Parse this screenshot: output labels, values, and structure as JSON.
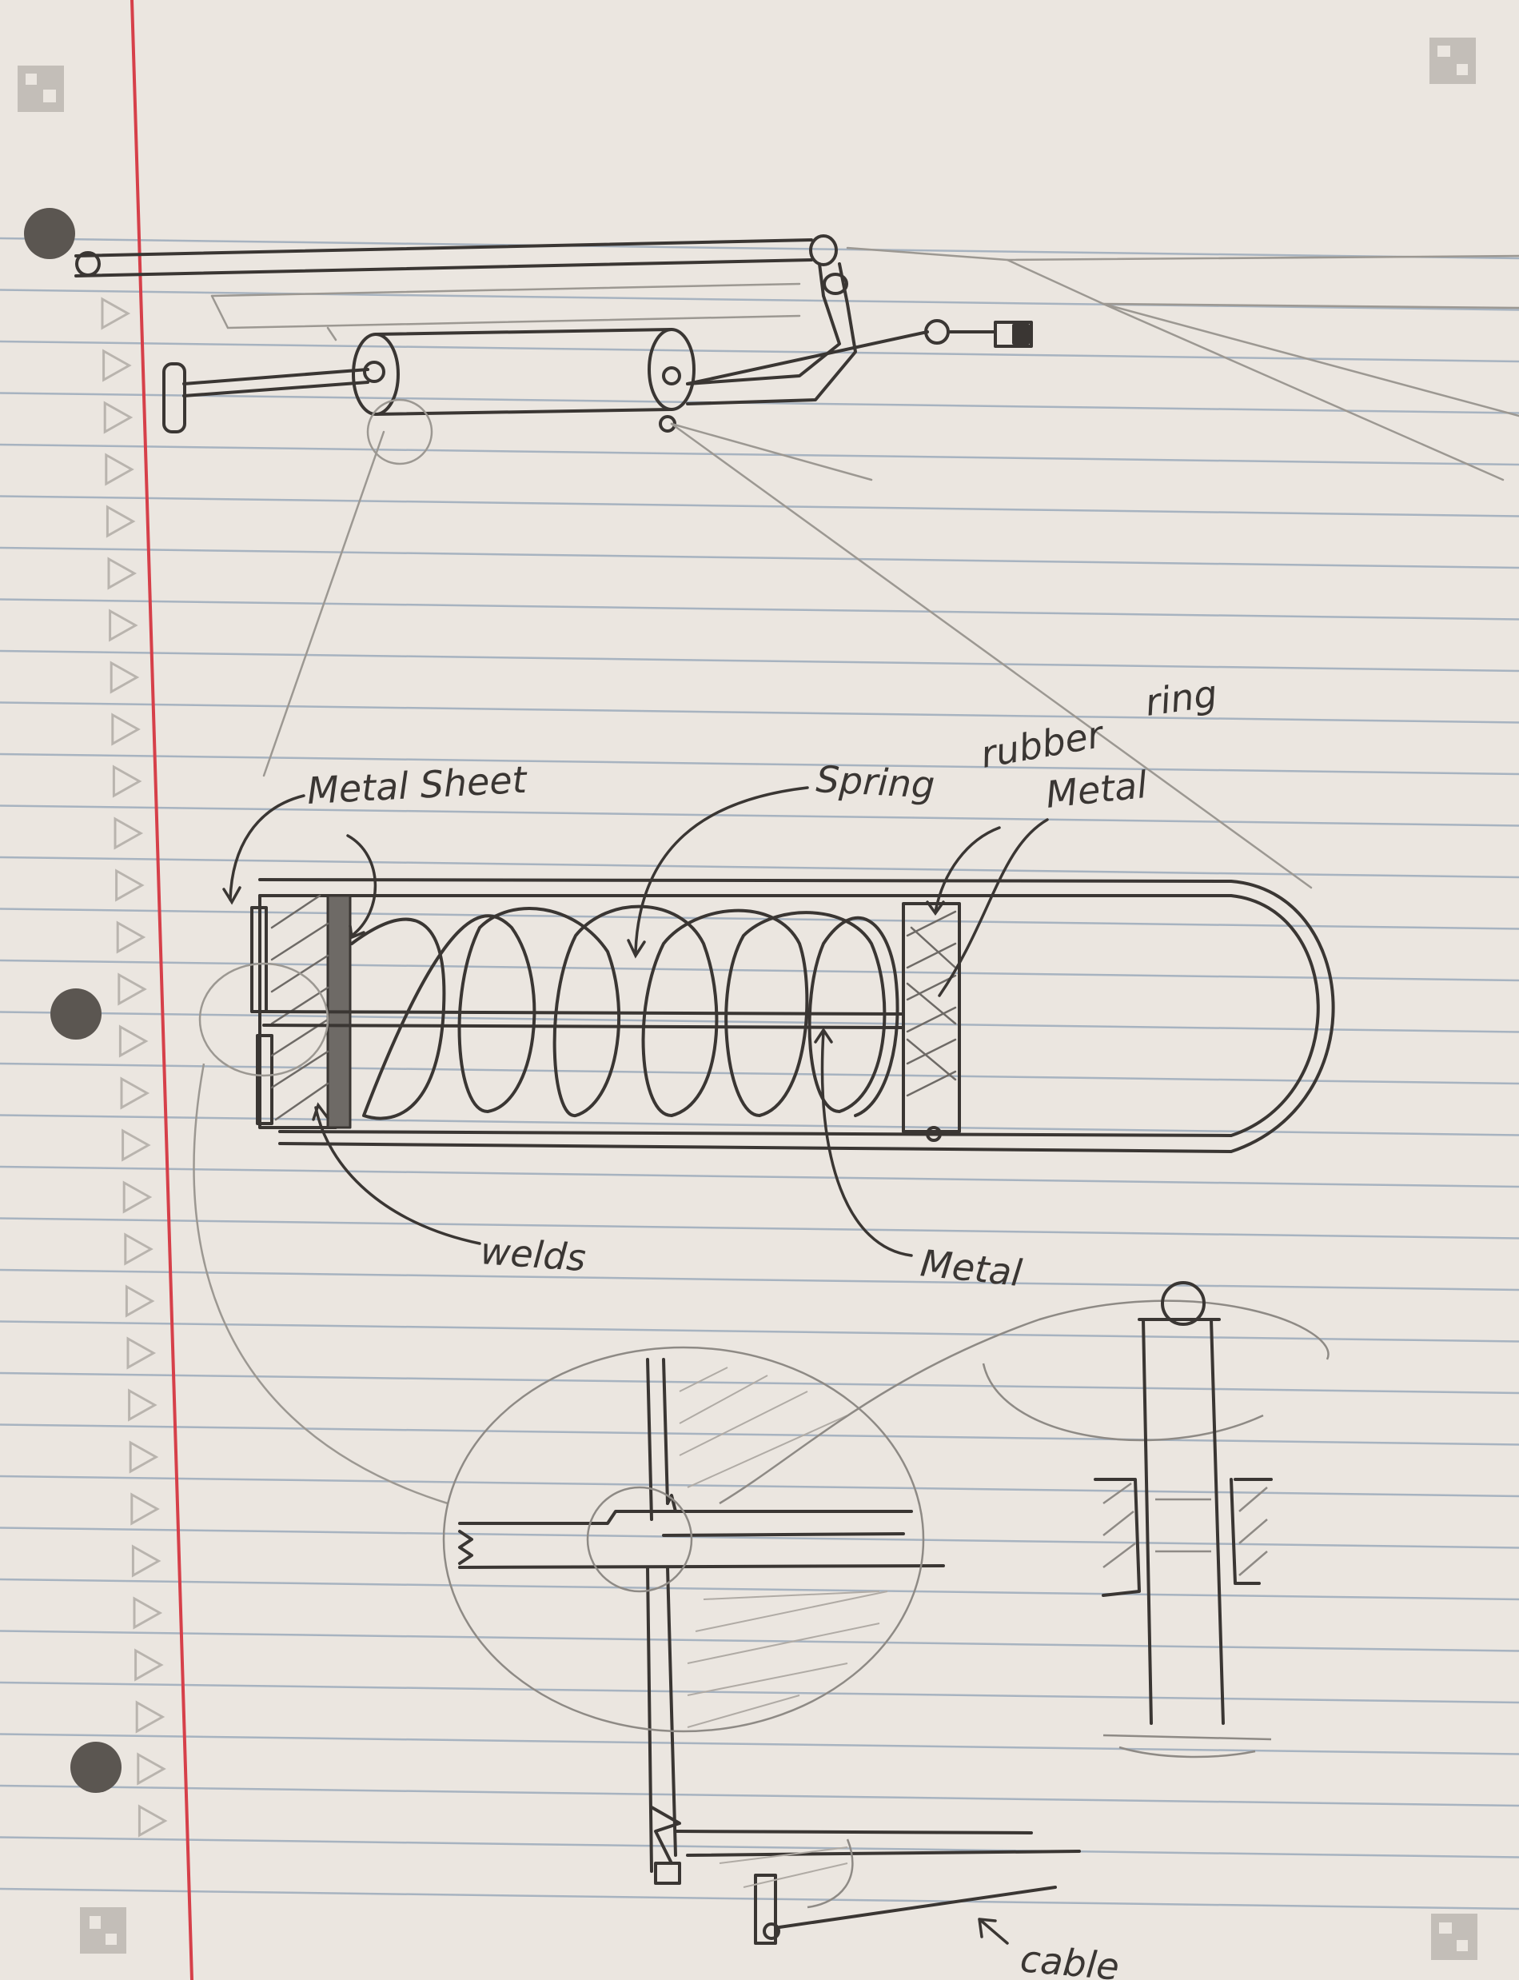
{
  "labels": {
    "metal_sheet": "Metal Sheet",
    "spring": "Spring",
    "rubber": "rubber",
    "ring": "ring",
    "metal_top": "Metal",
    "welds": "welds",
    "metal_bottom": "Metal",
    "cable": "cable"
  },
  "colors": {
    "paper": "#ebe6e0",
    "rule_line": "#a7b3c0",
    "margin_line": "#d6404a",
    "pencil_dark": "#3a3633",
    "pencil_light": "#9c9892"
  },
  "markers": {
    "triangle_count": 30,
    "hole_count": 3
  }
}
